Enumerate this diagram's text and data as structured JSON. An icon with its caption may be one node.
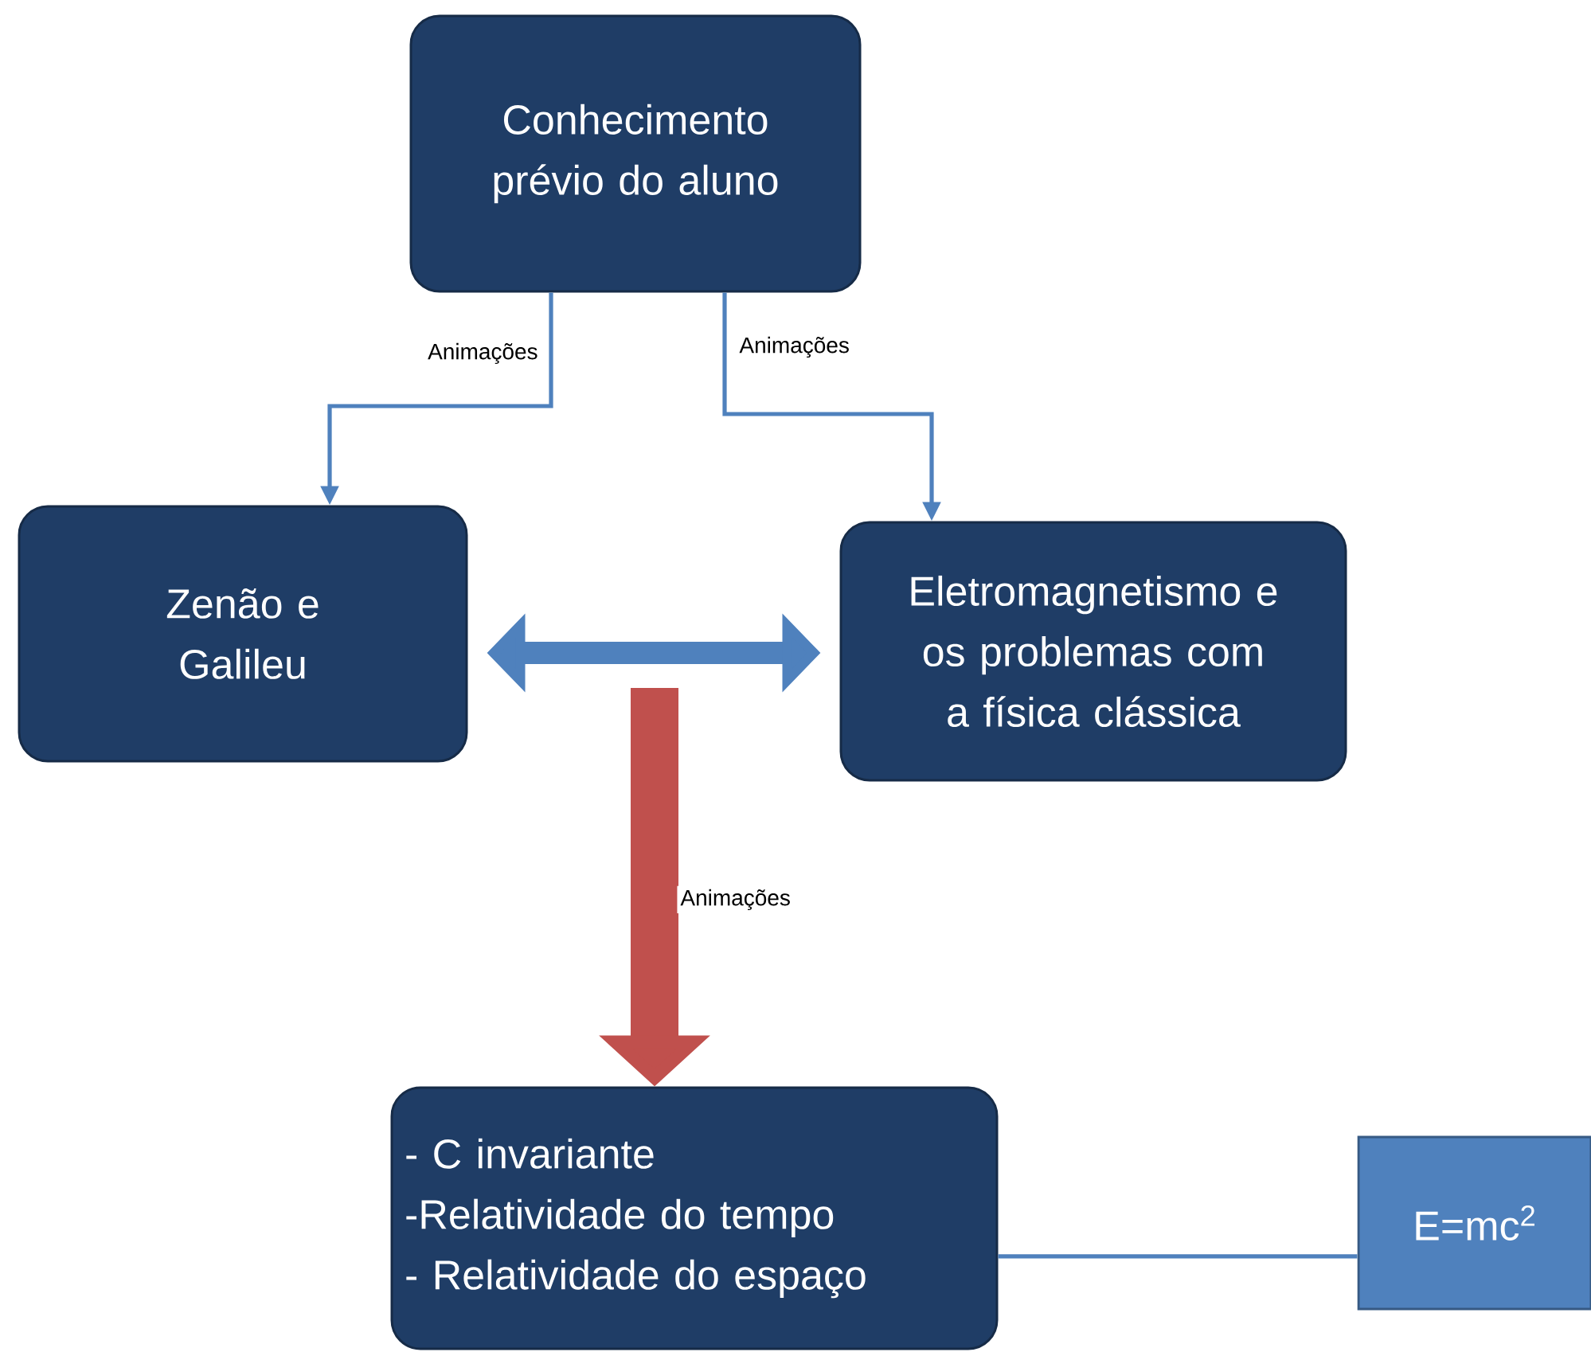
{
  "diagram": {
    "nodes": [
      {
        "text": [
          "Conhecimento prévio do aluno"
        ]
      },
      {
        "text": [
          "Zenão e Galileu"
        ]
      },
      {
        "text": [
          "Eletromagnetismo e os problemas com a física clássica"
        ]
      },
      {
        "text": [
          "- C invariante",
          "-Relatividade do tempo",
          "- Relatividade do espaço"
        ]
      },
      {
        "text": [
          "E=mc$^{2}$"
        ]
      }
    ],
    "edges": [
      {
        "from": 0,
        "to": 1,
        "arrow": "to",
        "label": "Animações"
      },
      {
        "from": 0,
        "to": 2,
        "arrow": "to",
        "label": "Animações"
      },
      {
        "from": 1,
        "to": 2,
        "arrow": "both",
        "style": "thick"
      },
      {
        "from": null,
        "to": 3,
        "arrow": "to",
        "label": "Animações",
        "style": "thick",
        "color": "#c0504d"
      },
      {
        "from": 3,
        "to": 4,
        "arrow": "none"
      }
    ]
  }
}
